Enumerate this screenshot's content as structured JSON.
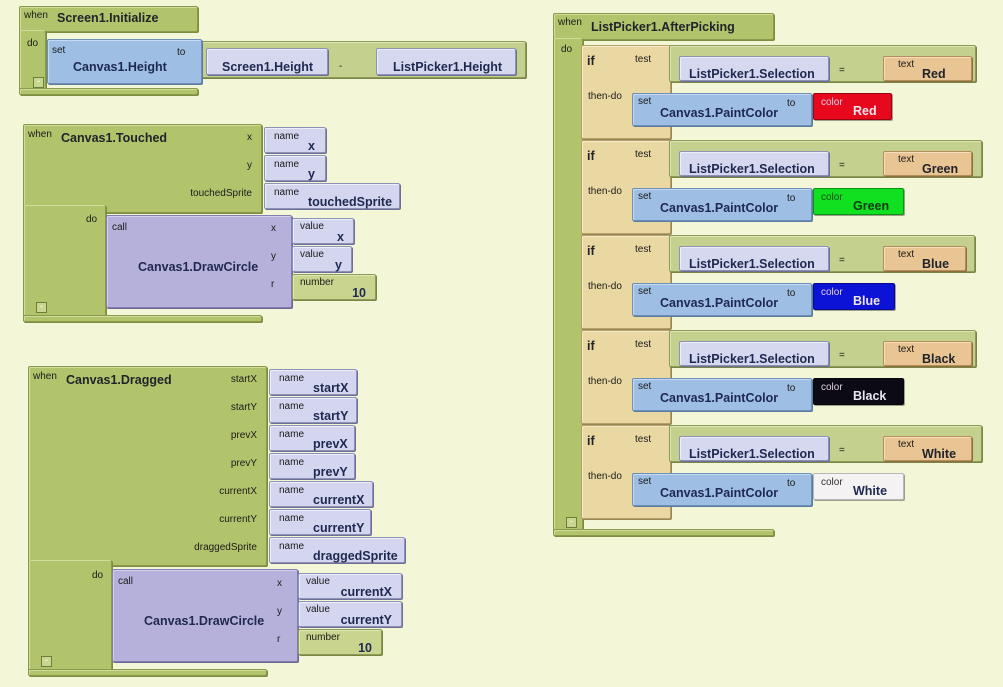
{
  "blocks": {
    "screen_init": {
      "when": "when",
      "event": "Screen1.Initialize",
      "do": "do",
      "set": "set",
      "to": "to",
      "target": "Canvas1.Height",
      "left_operand": "Screen1.Height",
      "operator": "-",
      "right_operand": "ListPicker1.Height",
      "collapse": "-"
    },
    "touched": {
      "when": "when",
      "event": "Canvas1.Touched",
      "params": [
        {
          "label": "x",
          "kind": "name",
          "value": "x"
        },
        {
          "label": "y",
          "kind": "name",
          "value": "y"
        },
        {
          "label": "touchedSprite",
          "kind": "name",
          "value": "touchedSprite"
        }
      ],
      "do": "do",
      "call": "call",
      "method": "Canvas1.DrawCircle",
      "args": [
        {
          "label": "x",
          "kind": "value",
          "value": "x"
        },
        {
          "label": "y",
          "kind": "value",
          "value": "y"
        },
        {
          "label": "r",
          "kind": "number",
          "value": "10"
        }
      ],
      "collapse": "-"
    },
    "dragged": {
      "when": "when",
      "event": "Canvas1.Dragged",
      "params": [
        {
          "label": "startX",
          "kind": "name",
          "value": "startX"
        },
        {
          "label": "startY",
          "kind": "name",
          "value": "startY"
        },
        {
          "label": "prevX",
          "kind": "name",
          "value": "prevX"
        },
        {
          "label": "prevY",
          "kind": "name",
          "value": "prevY"
        },
        {
          "label": "currentX",
          "kind": "name",
          "value": "currentX"
        },
        {
          "label": "currentY",
          "kind": "name",
          "value": "currentY"
        },
        {
          "label": "draggedSprite",
          "kind": "name",
          "value": "draggedSprite"
        }
      ],
      "do": "do",
      "call": "call",
      "method": "Canvas1.DrawCircle",
      "args": [
        {
          "label": "x",
          "kind": "value",
          "value": "currentX"
        },
        {
          "label": "y",
          "kind": "value",
          "value": "currentY"
        },
        {
          "label": "r",
          "kind": "number",
          "value": "10"
        }
      ],
      "collapse": "-"
    },
    "after_picking": {
      "when": "when",
      "event": "ListPicker1.AfterPicking",
      "do": "do",
      "if_label": "if",
      "test_label": "test",
      "then_label": "then-do",
      "set": "set",
      "to": "to",
      "text_kind": "text",
      "color_kind": "color",
      "selection": "ListPicker1.Selection",
      "equals": "=",
      "target": "Canvas1.PaintColor",
      "branches": [
        {
          "text": "Red",
          "color_name": "Red",
          "color": "#e8081e"
        },
        {
          "text": "Green",
          "color_name": "Green",
          "color": "#10e020"
        },
        {
          "text": "Blue",
          "color_name": "Blue",
          "color": "#0c12d6"
        },
        {
          "text": "Black",
          "color_name": "Black",
          "color": "#0c0a14"
        },
        {
          "text": "White",
          "color_name": "White",
          "color": "#f4f2f2"
        }
      ],
      "collapse": "-"
    }
  }
}
